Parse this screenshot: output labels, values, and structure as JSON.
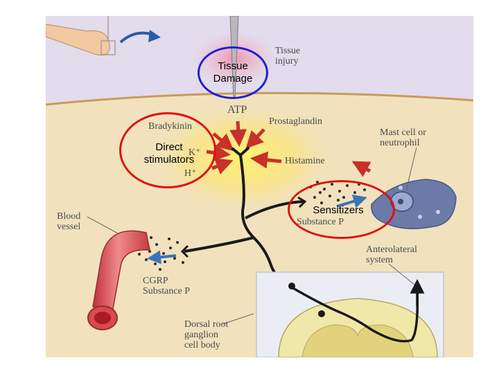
{
  "figure_labels": {
    "tissue_injury": [
      "Tissue",
      "injury"
    ],
    "atp": "ATP",
    "bradykinin": "Bradykinin",
    "prostaglandin": "Prostaglandin",
    "k_plus": "K⁺",
    "h_plus": "H⁺",
    "histamine": "Histamine",
    "mast_cell": [
      "Mast cell or",
      "neutrophil"
    ],
    "blood_vessel": [
      "Blood",
      "vessel"
    ],
    "substance_p_right": "Substance P",
    "anterolateral": [
      "Anterolateral",
      "system"
    ],
    "cgrp": [
      "CGRP",
      "Substance P"
    ],
    "drg": [
      "Dorsal root",
      "ganglion",
      "cell body"
    ]
  },
  "annotations": {
    "tissue_damage": [
      "Tissue",
      "Damage"
    ],
    "direct_stimulators": [
      "Direct",
      "stimulators"
    ],
    "sensitizers": "Sensitizers"
  },
  "colors": {
    "ring_blue": "#1f1fd6",
    "ring_red": "#e01010",
    "arrow_red": "#c8302a",
    "nerve": "#1a1a1a"
  }
}
